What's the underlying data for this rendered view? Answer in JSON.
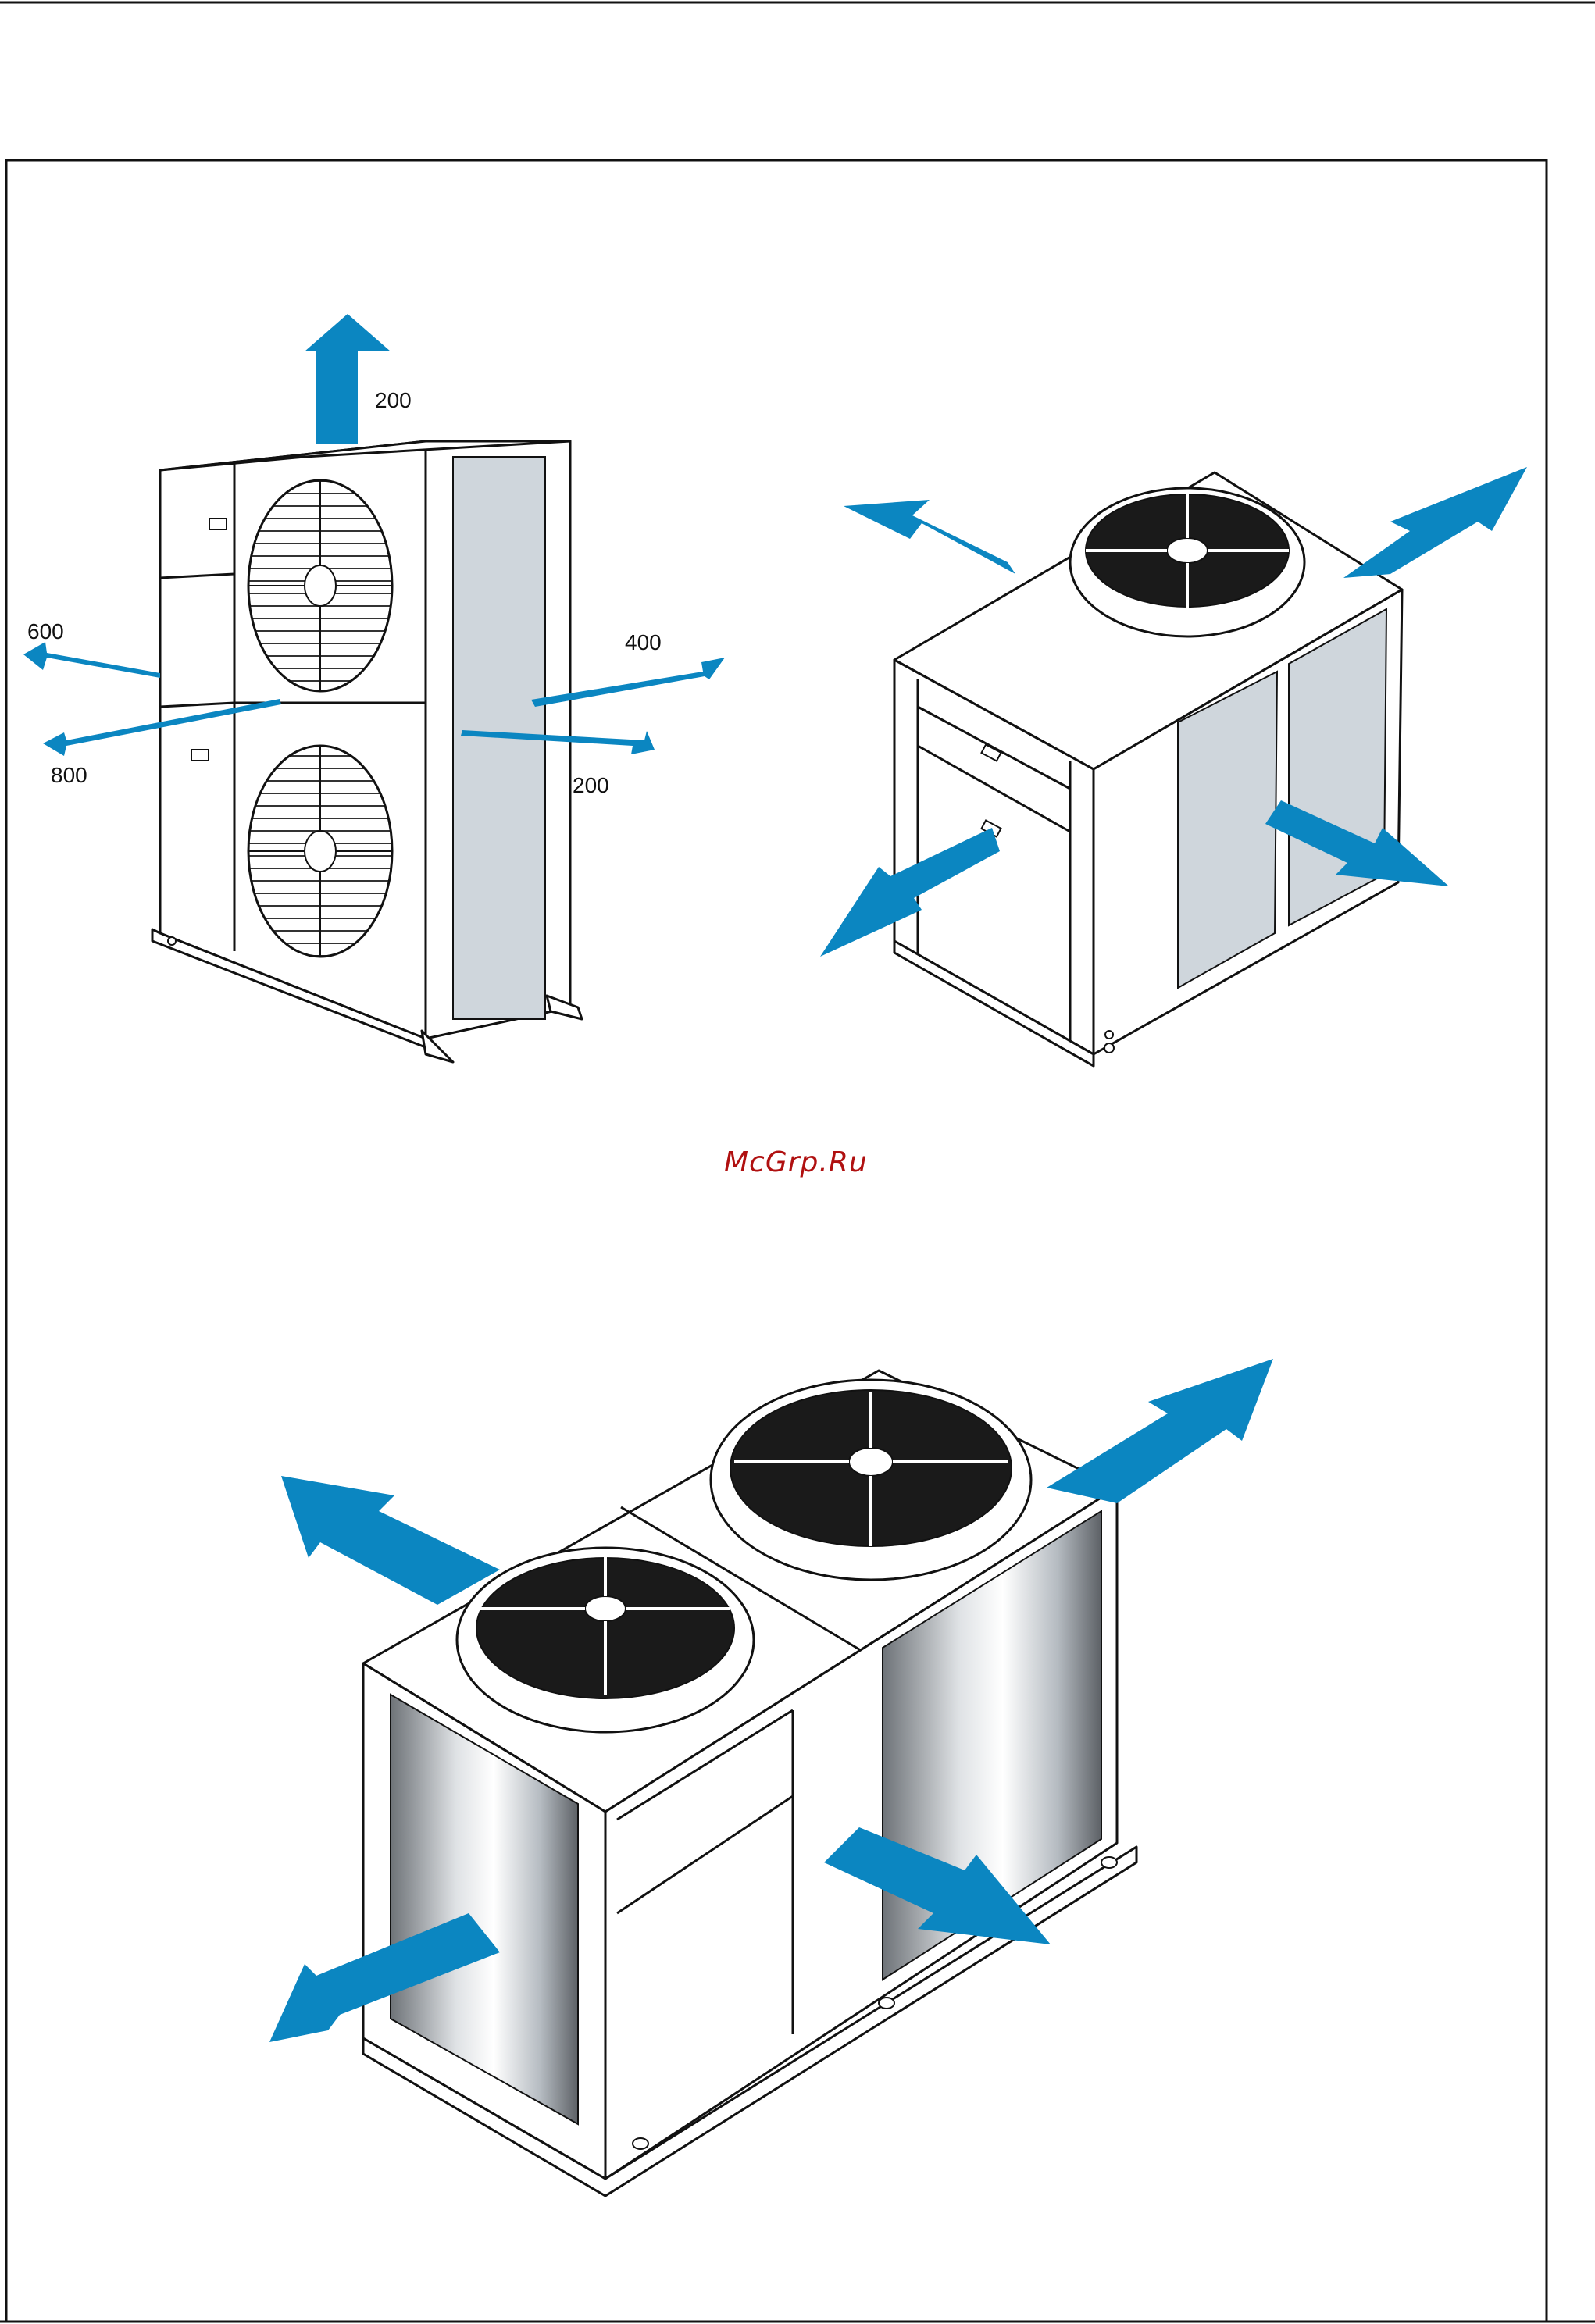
{
  "watermark": "McGrp.Ru",
  "clearances": {
    "top": "200",
    "left_upper": "600",
    "left_lower": "800",
    "right_upper": "400",
    "right_lower": "200"
  },
  "colors": {
    "airflow_arrow": "#0b86c1",
    "watermark": "#b01010",
    "frame": "#111111"
  },
  "icons": [
    "airflow-arrow-icon",
    "fan-grille-icon",
    "nameplate-icon"
  ]
}
